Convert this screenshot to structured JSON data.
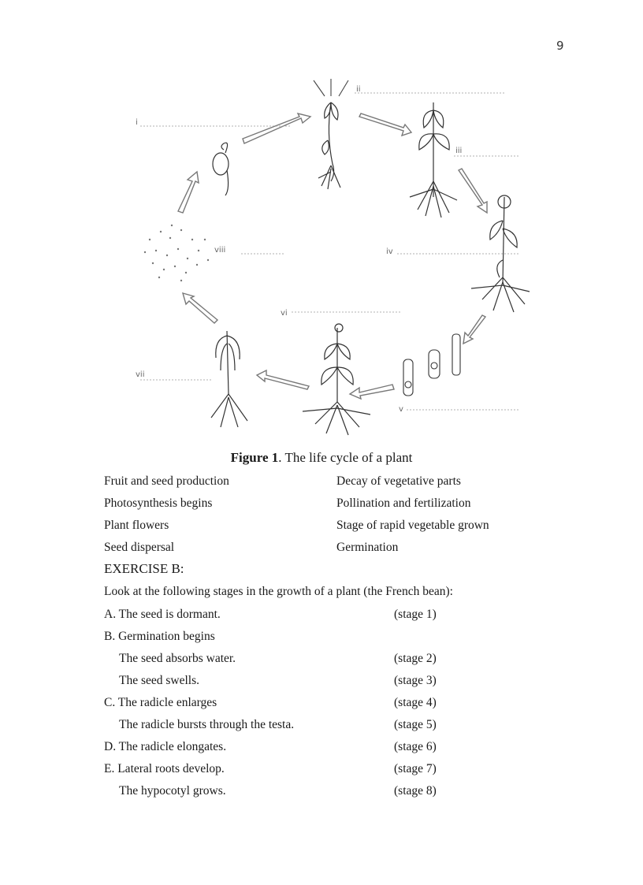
{
  "page_number": "9",
  "figure": {
    "labels": [
      "i",
      "ii",
      "iii",
      "iv",
      "v",
      "vi",
      "vii",
      "viii"
    ],
    "caption_bold": "Figure 1",
    "caption_rest": ". The life cycle of a plant"
  },
  "options": {
    "left": [
      "Fruit and seed production",
      "Photosynthesis begins",
      "Plant flowers",
      "Seed dispersal"
    ],
    "right": [
      "Decay of vegetative parts",
      "Pollination and fertilization",
      "Stage of rapid vegetable grown",
      "Germination"
    ]
  },
  "exercise": {
    "heading": "EXERCISE B:",
    "intro": "Look at the following stages in the growth of a plant (the French bean):",
    "stages": [
      {
        "text": "A. The seed is dormant.",
        "stage": "(stage 1)"
      },
      {
        "text": "B. Germination begins",
        "stage": ""
      },
      {
        "text": "The seed absorbs water.",
        "stage": "(stage 2)"
      },
      {
        "text": "The seed swells.",
        "stage": "(stage 3)"
      },
      {
        "text": "C. The radicle enlarges",
        "stage": "(stage 4)"
      },
      {
        "text": "The radicle bursts through the testa.",
        "stage": "(stage 5)"
      },
      {
        "text": "D. The radicle elongates.",
        "stage": "(stage 6)"
      },
      {
        "text": "E. Lateral roots develop.",
        "stage": "(stage 7)"
      },
      {
        "text": "The hypocotyl grows.",
        "stage": "(stage 8)"
      }
    ]
  }
}
